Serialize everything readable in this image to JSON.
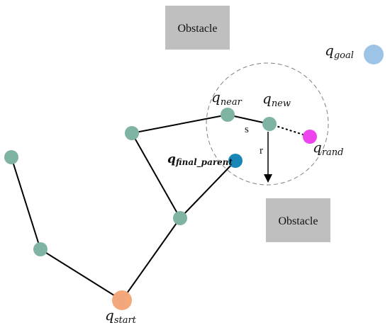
{
  "obstacles": [
    {
      "label": "Obstacle"
    },
    {
      "label": "Obstacle"
    }
  ],
  "labels": {
    "q_symbol": "q",
    "goal_sub": "goal",
    "near_sub": "near",
    "new_sub": "new",
    "rand_sub": "rand",
    "final_parent_sub": "final_parent",
    "start_sub": "start",
    "step": "s",
    "radius": "r"
  },
  "colors": {
    "tree_node": "#7fb3a3",
    "start_node": "#f4a77a",
    "goal_node": "#9dc3e6",
    "rand_node": "#ee44ee",
    "final_parent_node": "#1a86b8",
    "obstacle_fill": "#bfbfbf",
    "edge": "#000000",
    "circle": "#808080"
  }
}
